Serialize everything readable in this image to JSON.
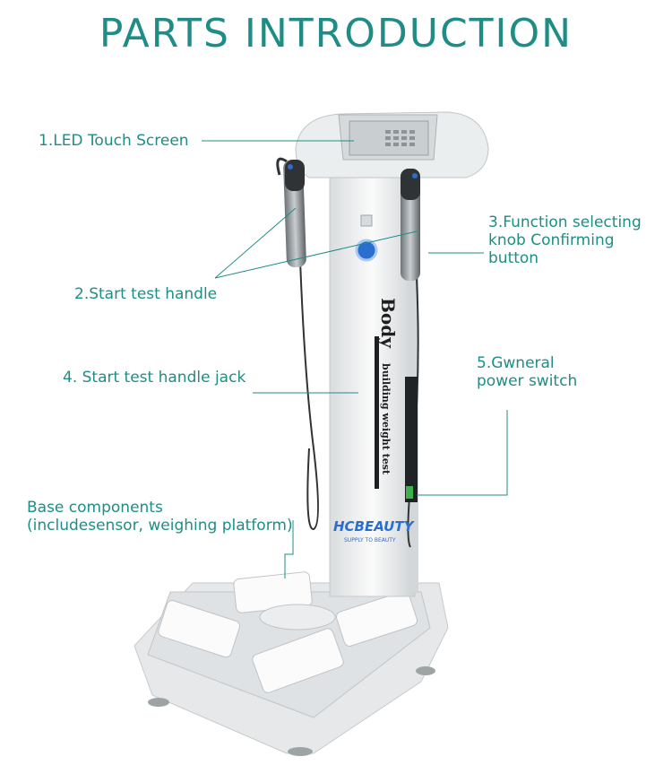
{
  "title": "PARTS INTRODUCTION",
  "labels": {
    "led_screen": "1.LED Touch Screen",
    "start_handle": "2.Start test handle",
    "function_knob_line1": "3.Function selecting",
    "function_knob_line2": "knob Confirming",
    "function_knob_line3": "button",
    "handle_jack": "4. Start test handle jack",
    "power_switch_line1": "5.Gwneral",
    "power_switch_line2": "power switch",
    "base_line1": "Base components",
    "base_line2": "(includesensor, weighing platform)"
  },
  "device_text": {
    "body": "Body",
    "subtitle": "building weight test",
    "brand": "HCBEAUTY",
    "brand_sub": "SUPPLY TO BEAUTY"
  },
  "colors": {
    "accent": "#1f8d86",
    "device": "#e9ecee"
  }
}
